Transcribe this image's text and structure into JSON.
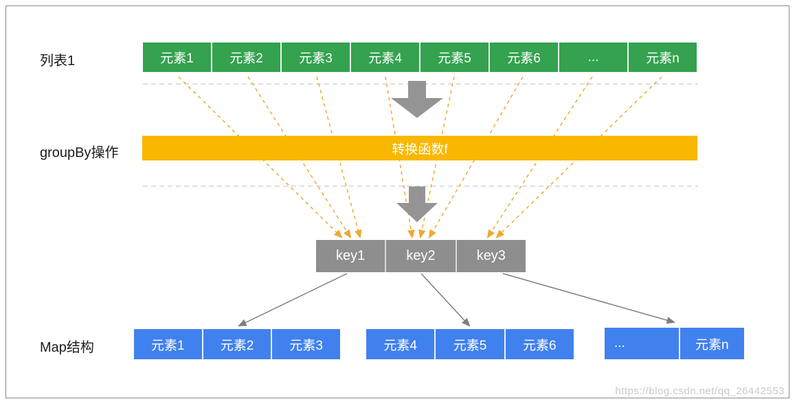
{
  "diagram": {
    "title_watermark": "https://blog.csdn.net/qq_26442553",
    "list_row": {
      "label": "列表1",
      "cells": [
        "元素1",
        "元素2",
        "元素3",
        "元素4",
        "元素5",
        "元素6",
        "...",
        "元素n"
      ]
    },
    "groupby_row": {
      "label": "groupBy操作",
      "bar_text": "转换函数f"
    },
    "keys_row": {
      "cells": [
        "key1",
        "key2",
        "key3"
      ]
    },
    "map_row": {
      "label": "Map结构",
      "groups": [
        [
          "元素1",
          "元素2",
          "元素3"
        ],
        [
          "元素4",
          "元素5",
          "元素6"
        ],
        [
          "...",
          "元素n"
        ]
      ]
    },
    "colors": {
      "list_green": "#34a24f",
      "transform_orange": "#f9b700",
      "key_gray": "#8e8e8e",
      "map_blue": "#4181ee",
      "dashed_arrow_orange": "#f0a830",
      "solid_arrow_gray": "#7f7f7f",
      "block_arrow_gray": "#949494"
    }
  }
}
